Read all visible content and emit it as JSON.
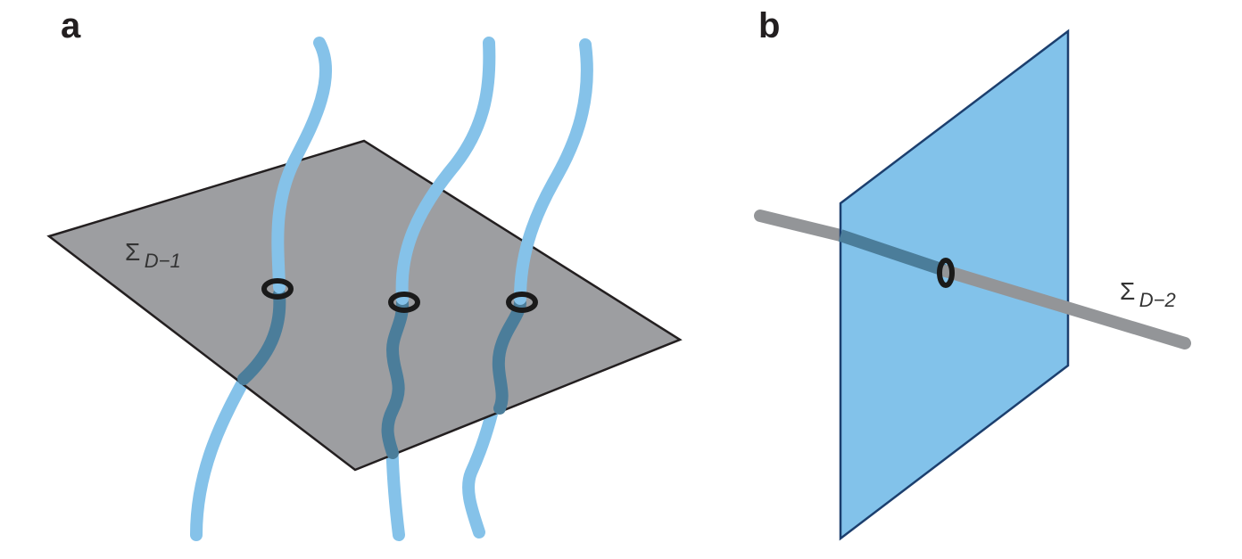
{
  "panel_a": {
    "letter": "a",
    "surface_label": {
      "symbol": "Σ",
      "subscript": "D−1"
    },
    "line_count": 3
  },
  "panel_b": {
    "letter": "b",
    "line_label": {
      "symbol": "Σ",
      "subscript": "D−2"
    }
  },
  "colors": {
    "gray_plane": "#9d9ea1",
    "gray_line": "#939598",
    "blue_line": "#85c2e9",
    "blue_line_below": "#4b7d9a",
    "blue_plane": "#82c2ea",
    "blue_plane_edge": "#1c3f6e",
    "outline": "#231f20",
    "ring": "#1a1a1a"
  }
}
